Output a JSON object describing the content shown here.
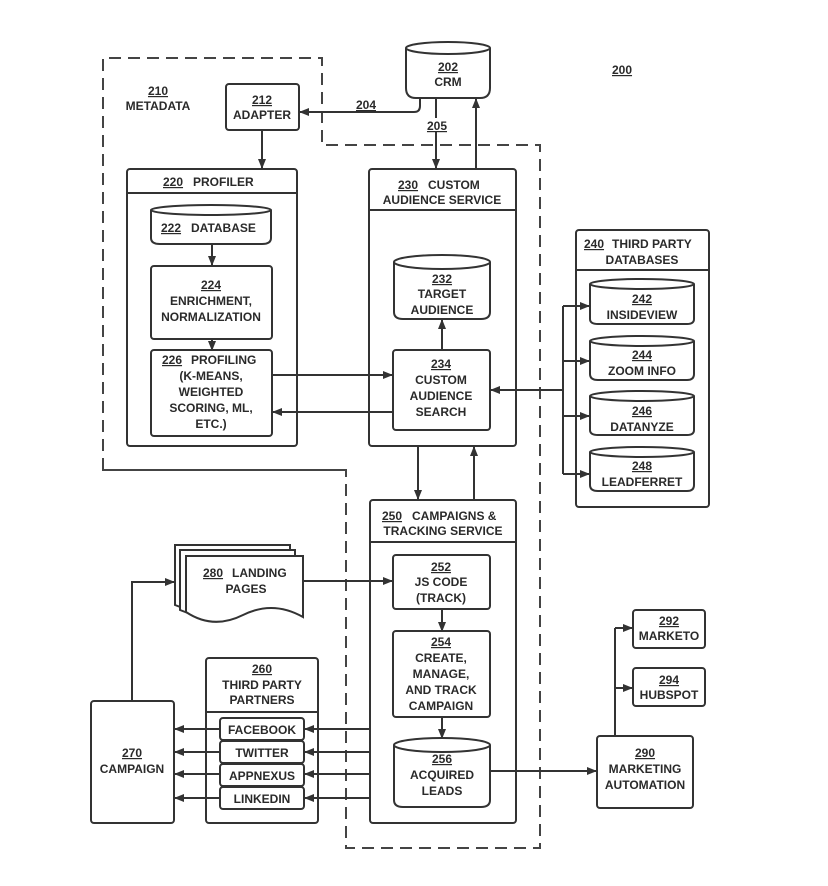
{
  "diagram": {
    "figure_ref": "200",
    "nodes": {
      "crm": {
        "ref": "202",
        "label": "CRM"
      },
      "metadata": {
        "ref": "210",
        "label": "METADATA"
      },
      "adapter": {
        "ref": "212",
        "label": "ADAPTER"
      },
      "profiler": {
        "ref": "220",
        "label": "PROFILER"
      },
      "database": {
        "ref": "222",
        "label": "DATABASE"
      },
      "enrichment": {
        "ref": "224",
        "lines": [
          "ENRICHMENT,",
          "NORMALIZATION"
        ]
      },
      "profiling": {
        "ref": "226",
        "label": "PROFILING",
        "lines": [
          "(K-MEANS,",
          "WEIGHTED",
          "SCORING, ML,",
          "ETC.)"
        ]
      },
      "custom_audience_service": {
        "ref": "230",
        "label": "CUSTOM",
        "line2": "AUDIENCE SERVICE"
      },
      "target_audience": {
        "ref": "232",
        "lines": [
          "TARGET",
          "AUDIENCE"
        ]
      },
      "custom_audience_search": {
        "ref": "234",
        "lines": [
          "CUSTOM",
          "AUDIENCE",
          "SEARCH"
        ]
      },
      "third_party_databases": {
        "ref": "240",
        "label": "THIRD PARTY",
        "line2": "DATABASES"
      },
      "insideview": {
        "ref": "242",
        "label": "INSIDEVIEW"
      },
      "zoominfo": {
        "ref": "244",
        "label": "ZOOM INFO"
      },
      "datanyze": {
        "ref": "246",
        "label": "DATANYZE"
      },
      "leadferret": {
        "ref": "248",
        "label": "LEADFERRET"
      },
      "campaigns_tracking": {
        "ref": "250",
        "label": "CAMPAIGNS &",
        "line2": "TRACKING SERVICE"
      },
      "js_code": {
        "ref": "252",
        "lines": [
          "JS CODE",
          "(TRACK)"
        ]
      },
      "create_manage": {
        "ref": "254",
        "lines": [
          "CREATE,",
          "MANAGE,",
          "AND TRACK",
          "CAMPAIGN"
        ]
      },
      "acquired_leads": {
        "ref": "256",
        "lines": [
          "ACQUIRED",
          "LEADS"
        ]
      },
      "third_party_partners": {
        "ref": "260",
        "lines": [
          "THIRD PARTY",
          "PARTNERS"
        ]
      },
      "partners": [
        "FACEBOOK",
        "TWITTER",
        "APPNEXUS",
        "LINKEDIN"
      ],
      "campaign": {
        "ref": "270",
        "label": "CAMPAIGN"
      },
      "landing_pages": {
        "ref": "280",
        "label": "LANDING",
        "line2": "PAGES"
      },
      "marketing_automation": {
        "ref": "290",
        "lines": [
          "MARKETING",
          "AUTOMATION"
        ]
      },
      "marketo": {
        "ref": "292",
        "label": "MARKETO"
      },
      "hubspot": {
        "ref": "294",
        "label": "HUBSPOT"
      }
    },
    "edges": {
      "crm_to_adapter": "204",
      "crm_to_cas": "205"
    }
  }
}
